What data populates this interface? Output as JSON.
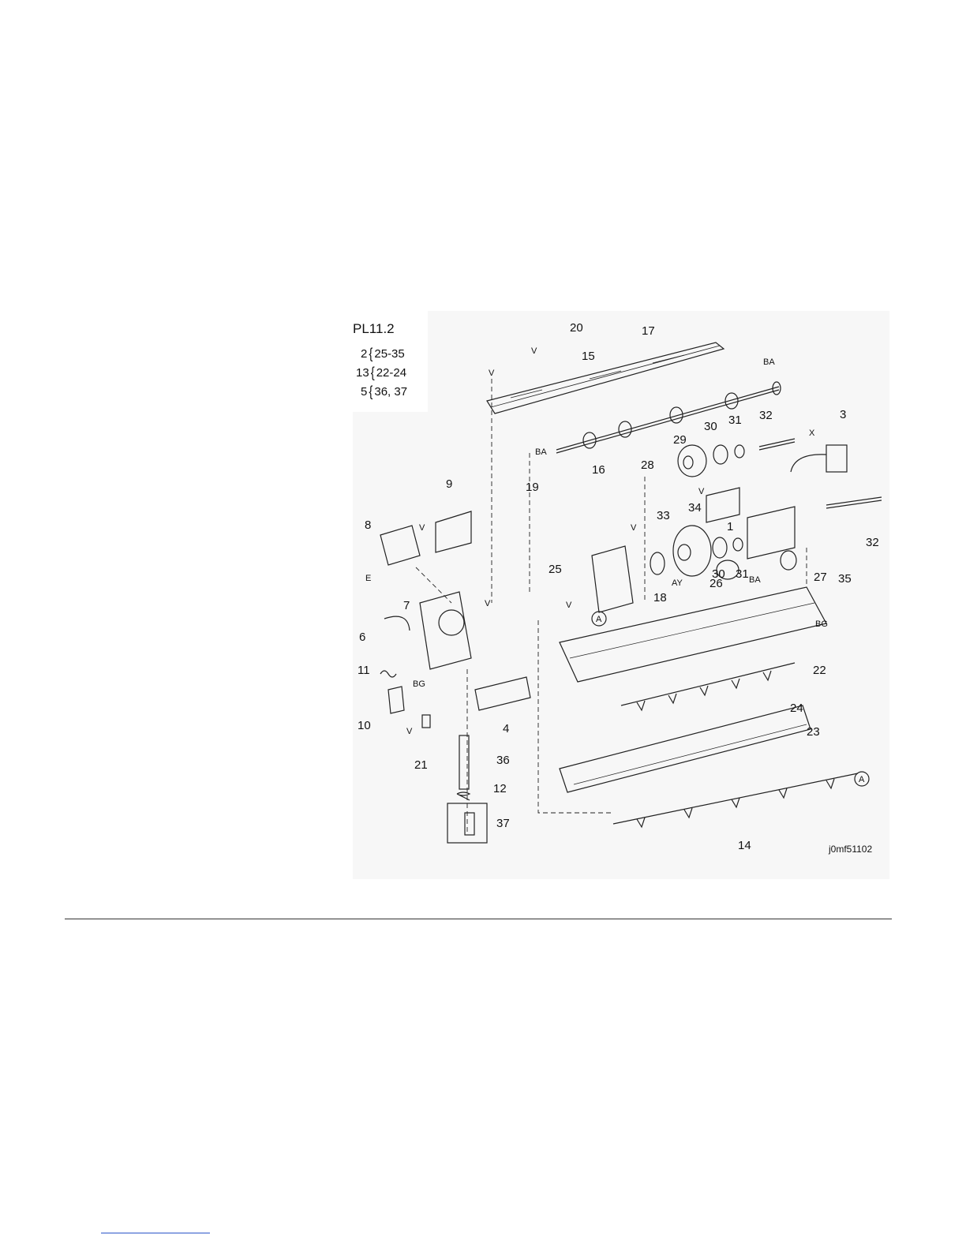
{
  "figure_title": "PL11.2",
  "groups": [
    {
      "parent": "2",
      "range": "25-35"
    },
    {
      "parent": "13",
      "range": "22-24"
    },
    {
      "parent": "5",
      "range": "36, 37"
    }
  ],
  "part_numbers": [
    "1",
    "3",
    "4",
    "6",
    "7",
    "8",
    "9",
    "10",
    "11",
    "12",
    "14",
    "15",
    "16",
    "17",
    "18",
    "19",
    "20",
    "21",
    "22",
    "23",
    "24",
    "25",
    "26",
    "27",
    "28",
    "29",
    "30",
    "30",
    "31",
    "31",
    "32",
    "32",
    "33",
    "34",
    "35",
    "36",
    "37"
  ],
  "screw_codes": [
    "V",
    "V",
    "V",
    "V",
    "V",
    "V",
    "V",
    "V",
    "BA",
    "BA",
    "BA",
    "X",
    "E",
    "BG",
    "BG",
    "AY"
  ],
  "connector_mark": "A",
  "figure_code": "j0mf51102"
}
